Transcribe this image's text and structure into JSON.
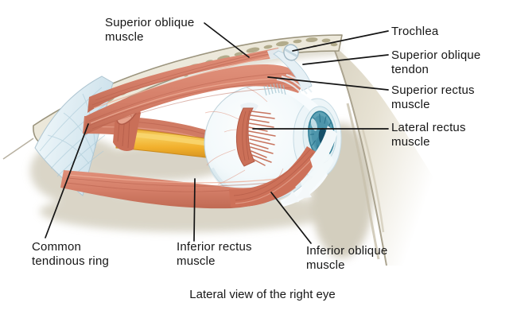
{
  "figure": {
    "caption": "Lateral view of the right eye",
    "labels": {
      "superior_oblique_muscle": "Superior oblique\nmuscle",
      "trochlea": "Trochlea",
      "superior_oblique_tendon": "Superior oblique\ntendon",
      "superior_rectus_muscle": "Superior rectus\nmuscle",
      "lateral_rectus_muscle": "Lateral rectus\nmuscle",
      "common_tendinous_ring": "Common\ntendinous ring",
      "inferior_rectus_muscle": "Inferior rectus\nmuscle",
      "inferior_oblique_muscle": "Inferior oblique\nmuscle"
    },
    "palette": {
      "muscle": "#D57F69",
      "muscle_dark": "#B35C49",
      "muscle_light": "#E9A58F",
      "bone": "#ECE8DA",
      "bone_spongy": "#B2AB8B",
      "bone_outline": "#9B947D",
      "optic_nerve": "#F2B12D",
      "optic_nerve_dark": "#D08C1E",
      "tendinous_ring": "#D7E8F0",
      "sclera": "#F7FBFC",
      "sclera_shade": "#D9E7ED",
      "iris": "#4D95AB",
      "iris_dark": "#16506A",
      "label_line": "#141414",
      "label_text": "#161616"
    }
  }
}
